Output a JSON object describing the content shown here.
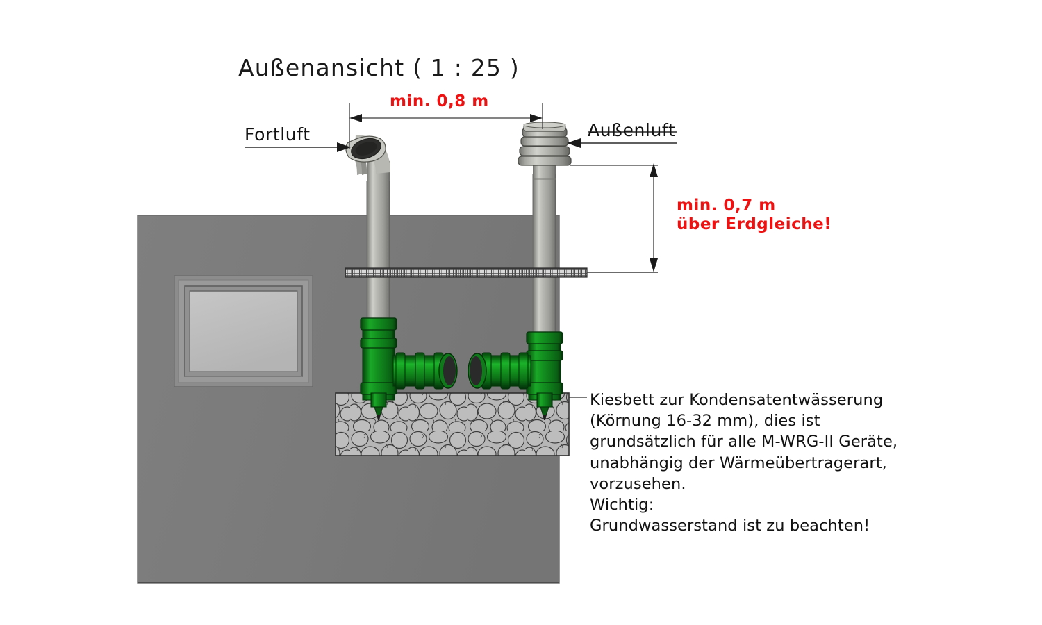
{
  "drawing": {
    "title": "Außenansicht ( 1 : 25 )",
    "labels": {
      "exhaust_air": "Fortluft",
      "outdoor_air": "Außenluft"
    },
    "dimensions": {
      "horizontal_spacing": "min. 0,8 m",
      "vertical_height_line1": "min. 0,7 m",
      "vertical_height_line2": "über Erdgleiche!"
    },
    "note": {
      "line1": "Kiesbett zur Kondensatentwässerung",
      "line2": "(Körnung 16-32 mm), dies ist",
      "line3": "grundsätzlich für alle M-WRG-II Geräte,",
      "line4": "unabhängig der Wärmeübertragerart,",
      "line5": "vorzusehen.",
      "line6": "Wichtig:",
      "line7": "Grundwasserstand ist zu beachten!"
    },
    "colors": {
      "dimension_red": "#ee1111",
      "wall_gray": "#7d7d7d",
      "pipe_gray": "#a8a8a4",
      "fitting_green": "#128c1e",
      "gravel_fill": "#b4b4b4",
      "line_black": "#1a1a1a"
    },
    "elements": {
      "wall": "building-wall",
      "window": "wall-window",
      "grade_line": "ground-grade-line",
      "gravel_bed": "gravel-drainage-bed",
      "exhaust_pipe": "exhaust-air-pipe",
      "intake_pipe": "outdoor-air-pipe",
      "intake_hood": "outdoor-air-rain-hood",
      "left_tee": "left-green-tee-fitting",
      "right_tee": "right-green-tee-fitting"
    }
  }
}
